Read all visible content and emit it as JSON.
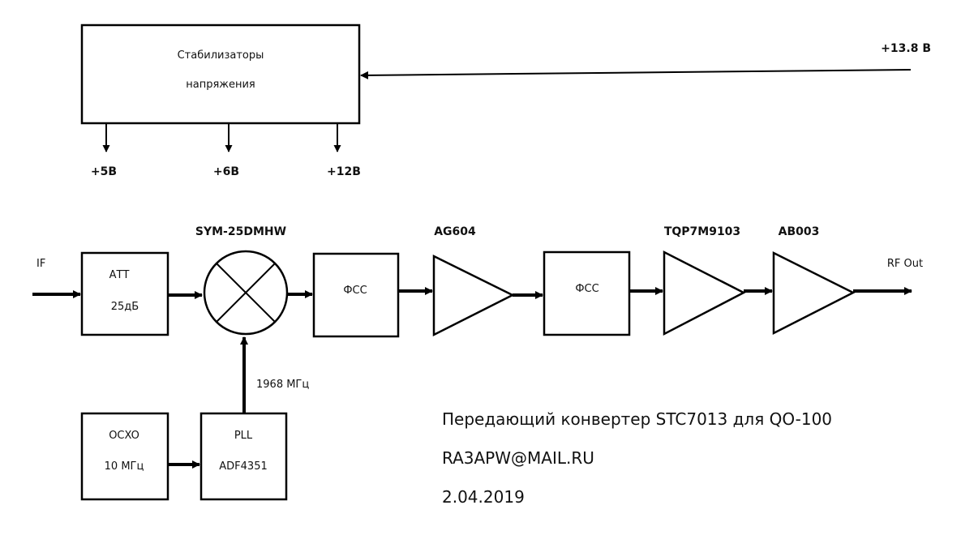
{
  "power": {
    "stabilizer_line1": "Стабилизаторы",
    "stabilizer_line2": "напряжения",
    "input_voltage": "+13.8 В",
    "outputs": [
      "+5В",
      "+6В",
      "+12В"
    ]
  },
  "chain": {
    "input_label": "IF",
    "output_label": "RF Out",
    "att_line1": "АТТ",
    "att_line2": "25дБ",
    "mixer_label": "SYM-25DMHW",
    "filter1_label": "ФСС",
    "amp1_label": "AG604",
    "filter2_label": "ФСС",
    "amp2_label": "TQP7M9103",
    "amp3_label": "AB003"
  },
  "lo": {
    "ocxo_line1": "OCXO",
    "ocxo_line2": "10 МГц",
    "pll_line1": "PLL",
    "pll_line2": "ADF4351",
    "lo_frequency": "1968 МГц"
  },
  "caption": {
    "title": "Передающий конвертер STC7013 для QO-100",
    "email": "RA3APW@MAIL.RU",
    "date": "2.04.2019"
  }
}
